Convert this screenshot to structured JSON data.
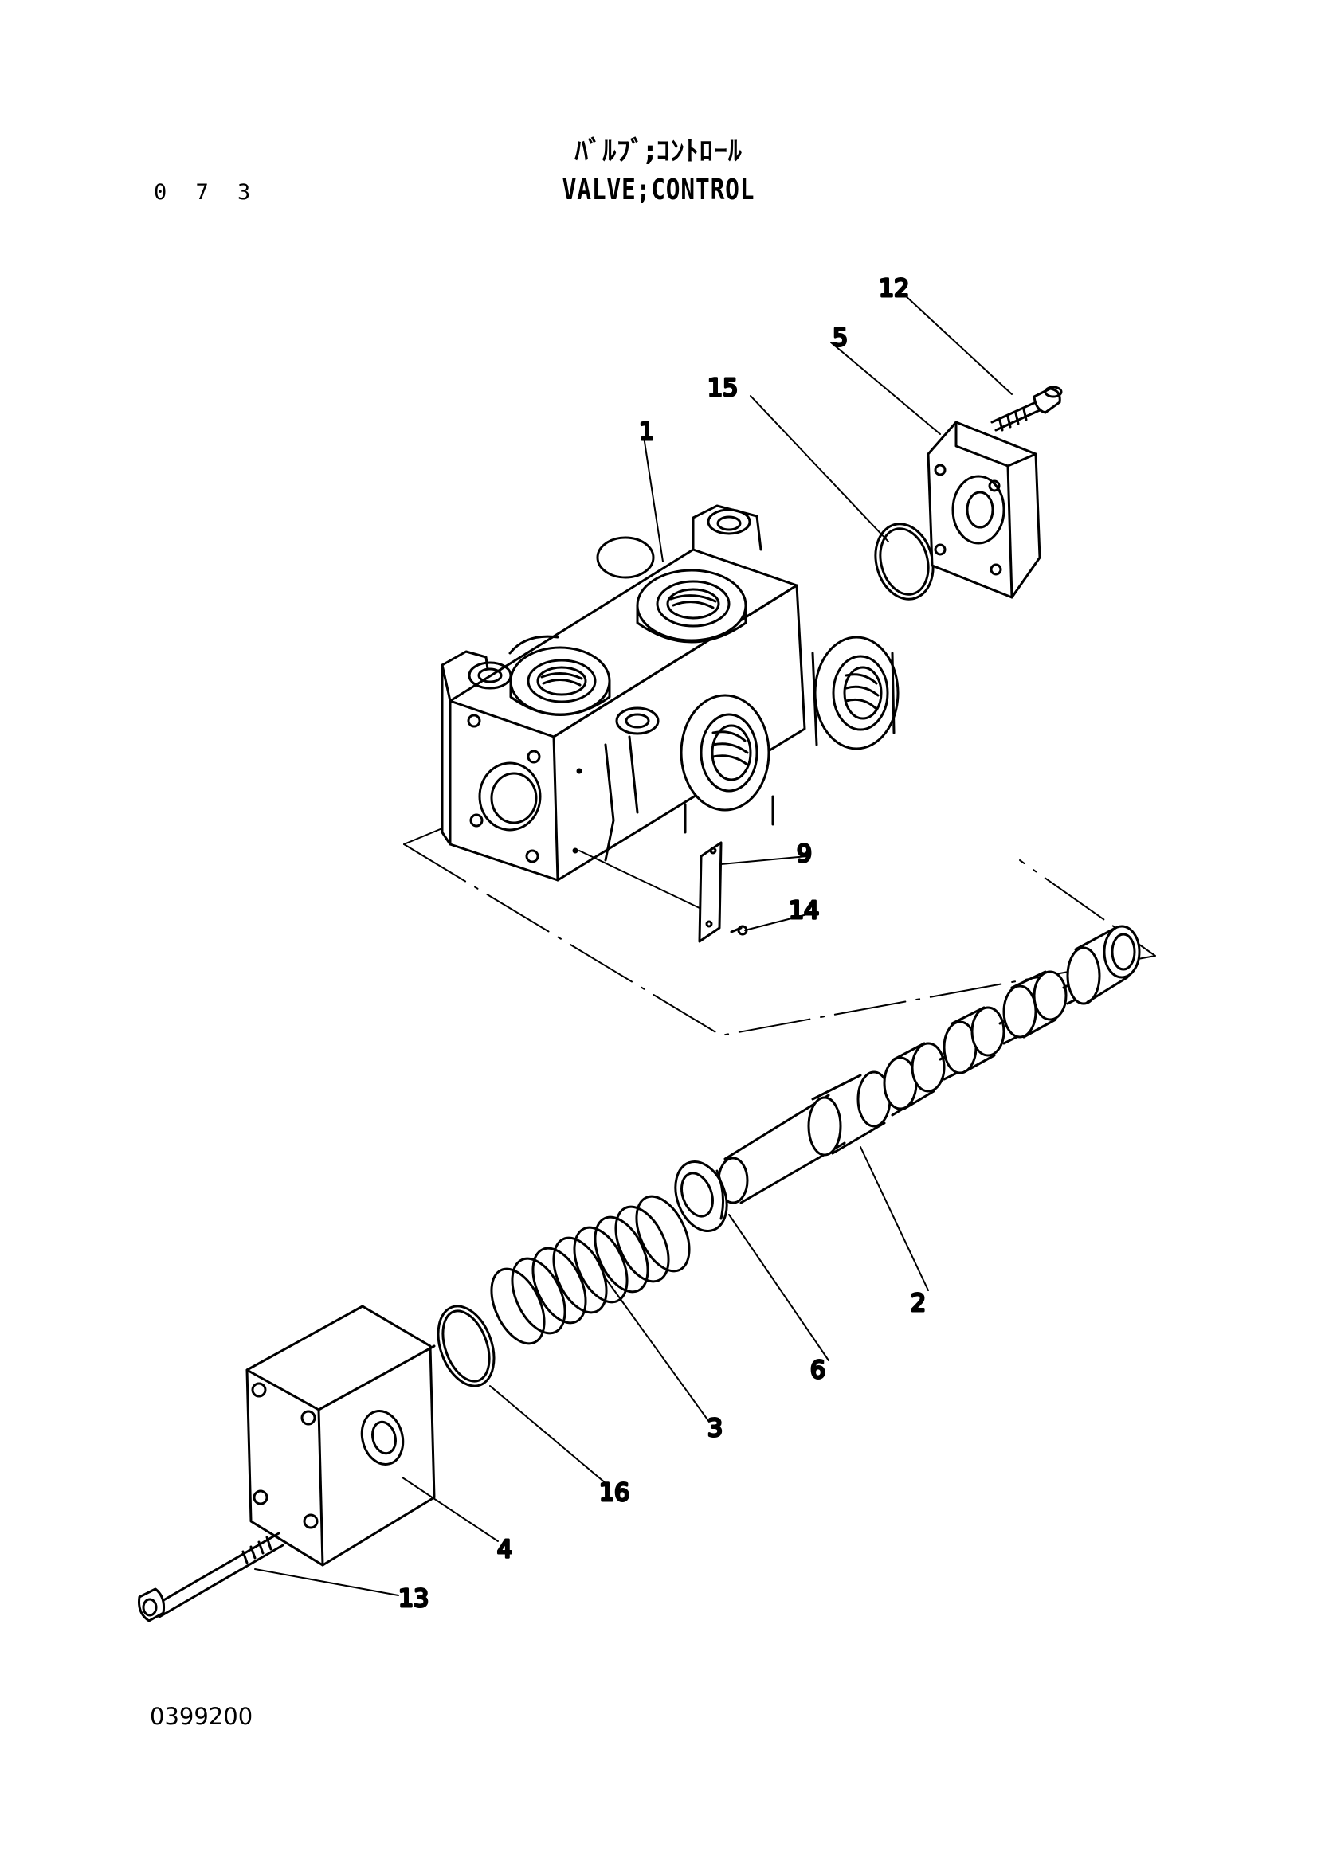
{
  "header": {
    "page_number": "0 7 3",
    "title_jp": "ﾊﾞﾙﾌﾞ;ｺﾝﾄﾛｰﾙ",
    "title_en": "VALVE;CONTROL"
  },
  "footer": {
    "drawing_code": "0399200"
  },
  "callouts": {
    "p1": "1",
    "p2": "2",
    "p3": "3",
    "p4": "4",
    "p5": "5",
    "p6": "6",
    "p9": "9",
    "p12": "12",
    "p13": "13",
    "p14": "14",
    "p15": "15",
    "p16": "16"
  }
}
